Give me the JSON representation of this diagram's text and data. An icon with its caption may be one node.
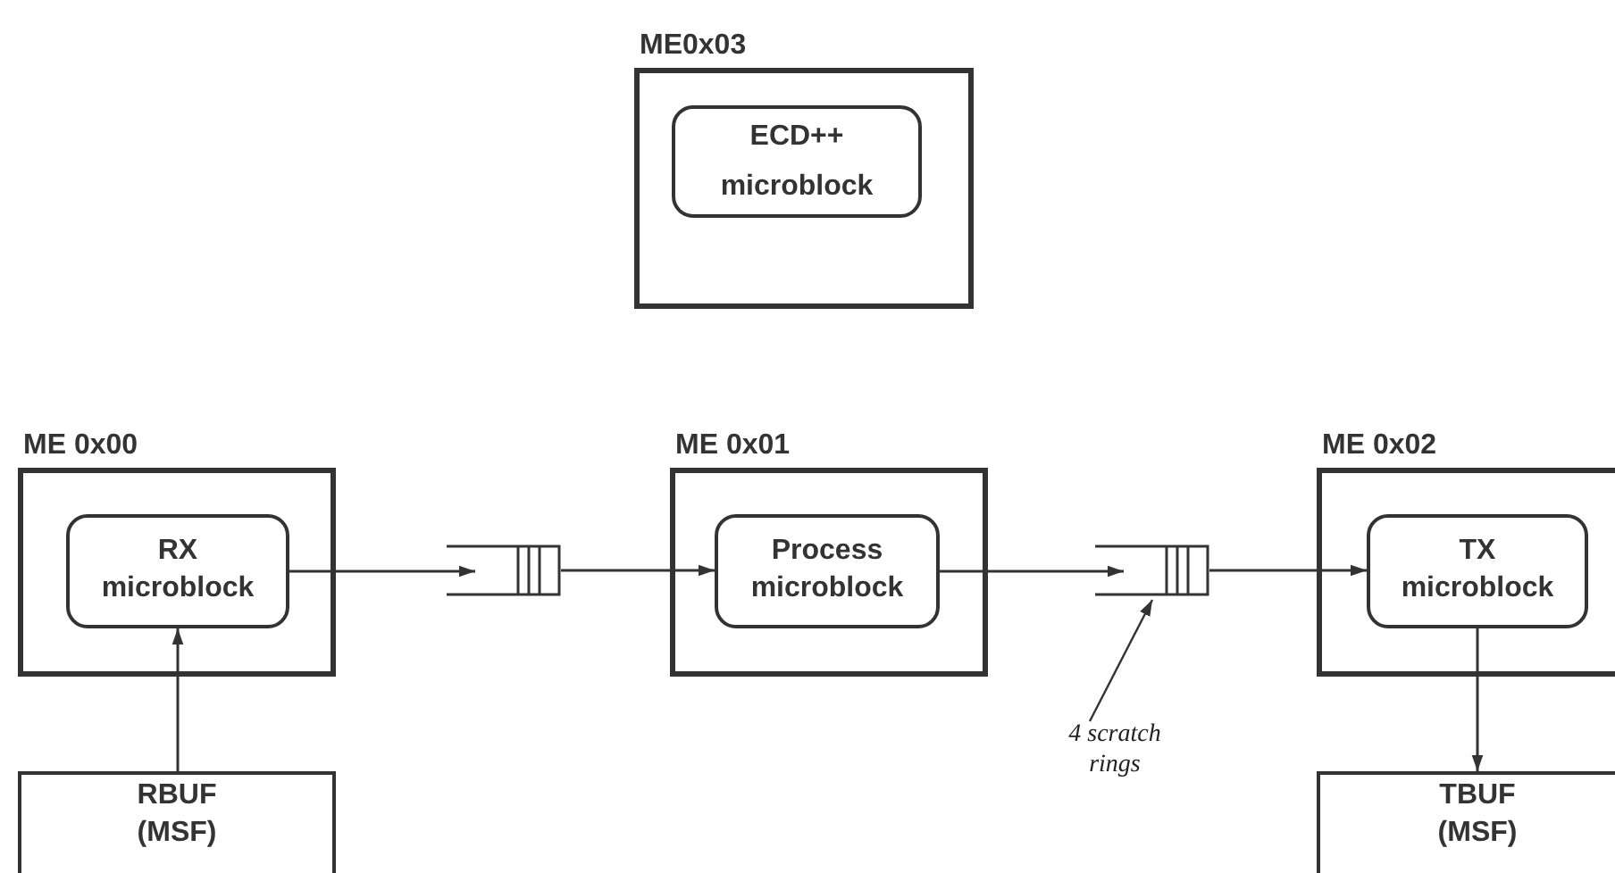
{
  "diagram": {
    "nodes": [
      {
        "text": [
          "ME0x03"
        ]
      },
      {
        "text": [
          "ECD++ microblock"
        ],
        "in": 0
      },
      {
        "text": [
          "ME 0x00"
        ]
      },
      {
        "text": [
          "RX microblock"
        ],
        "in": 2
      },
      {
        "text": [],
        "shape": "queue"
      },
      {
        "text": [
          "ME 0x01"
        ]
      },
      {
        "text": [
          "Process microblock"
        ],
        "in": 5
      },
      {
        "text": [],
        "shape": "queue"
      },
      {
        "text": [
          "ME 0x02"
        ]
      },
      {
        "text": [
          "TX microblock"
        ],
        "in": 8
      },
      {
        "text": [
          "RBUF (MSF)"
        ]
      },
      {
        "text": [
          "TBUF (MSF)"
        ]
      },
      {
        "text": [
          "4 scratch rings"
        ]
      }
    ],
    "edges": [
      {
        "from": 3,
        "to": 4,
        "arrow": "to"
      },
      {
        "from": 4,
        "to": 6,
        "arrow": "to"
      },
      {
        "from": 6,
        "to": 7,
        "arrow": "to"
      },
      {
        "from": 7,
        "to": 9,
        "arrow": "to"
      },
      {
        "from": 10,
        "to": 3,
        "arrow": "to"
      },
      {
        "from": 9,
        "to": 11,
        "arrow": "to"
      },
      {
        "from": 12,
        "to": 7,
        "arrow": "to"
      }
    ]
  }
}
